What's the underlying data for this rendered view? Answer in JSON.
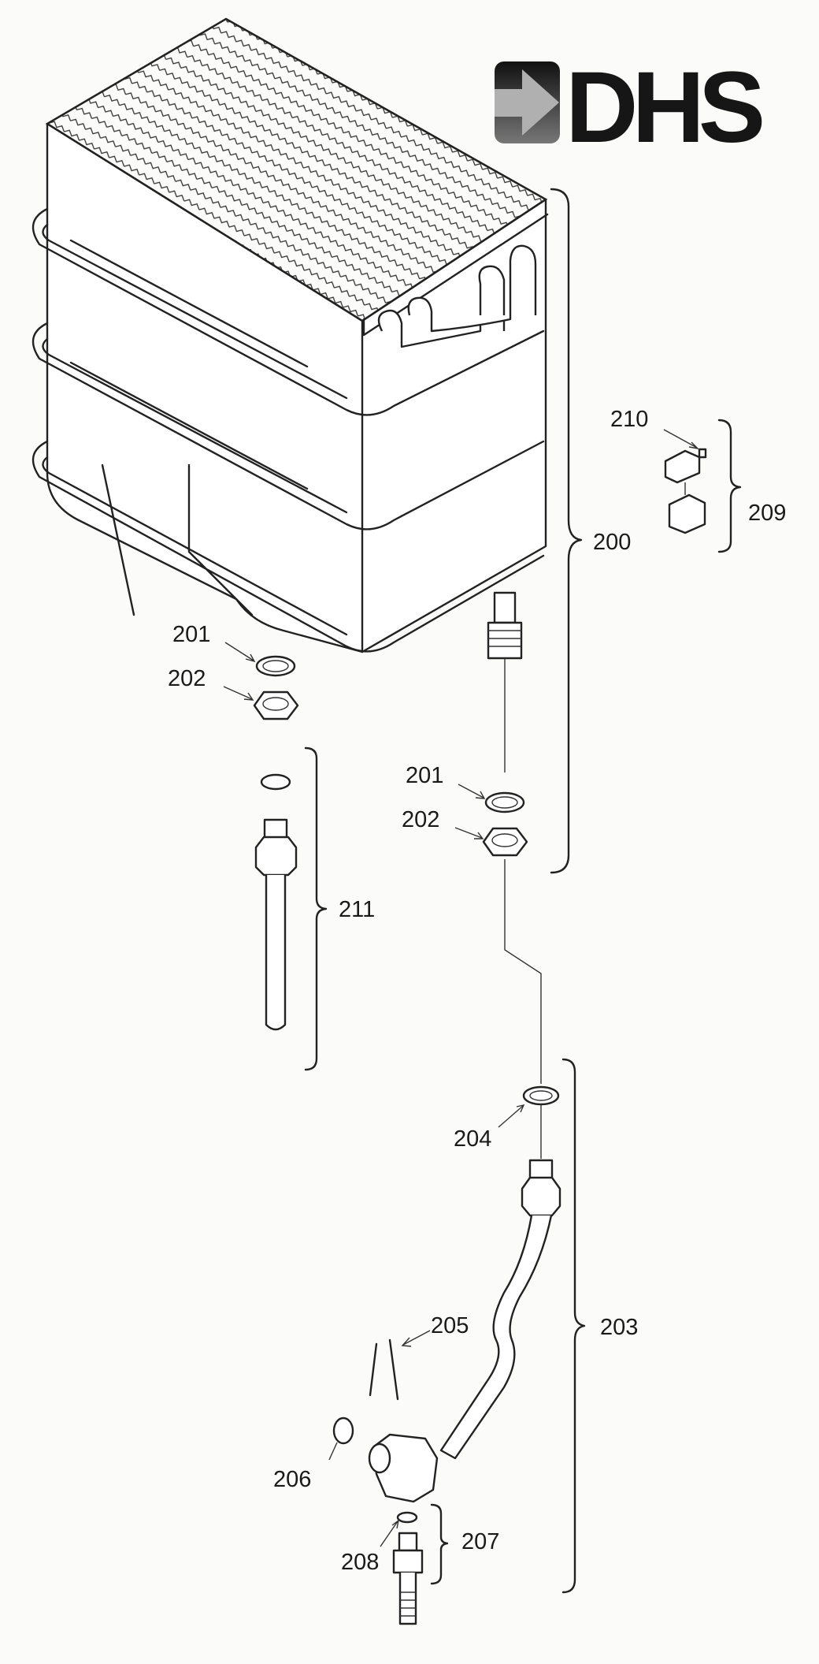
{
  "logo": {
    "text": "DHS",
    "colors": {
      "dark": "#161616",
      "arrow_light": "#b0b0b0"
    }
  },
  "callouts": {
    "l210": "210",
    "l209": "209",
    "l200": "200",
    "l201a": "201",
    "l202a": "202",
    "l201b": "201",
    "l202b": "202",
    "l211": "211",
    "l204": "204",
    "l205": "205",
    "l203": "203",
    "l206": "206",
    "l207": "207",
    "l208": "208"
  }
}
